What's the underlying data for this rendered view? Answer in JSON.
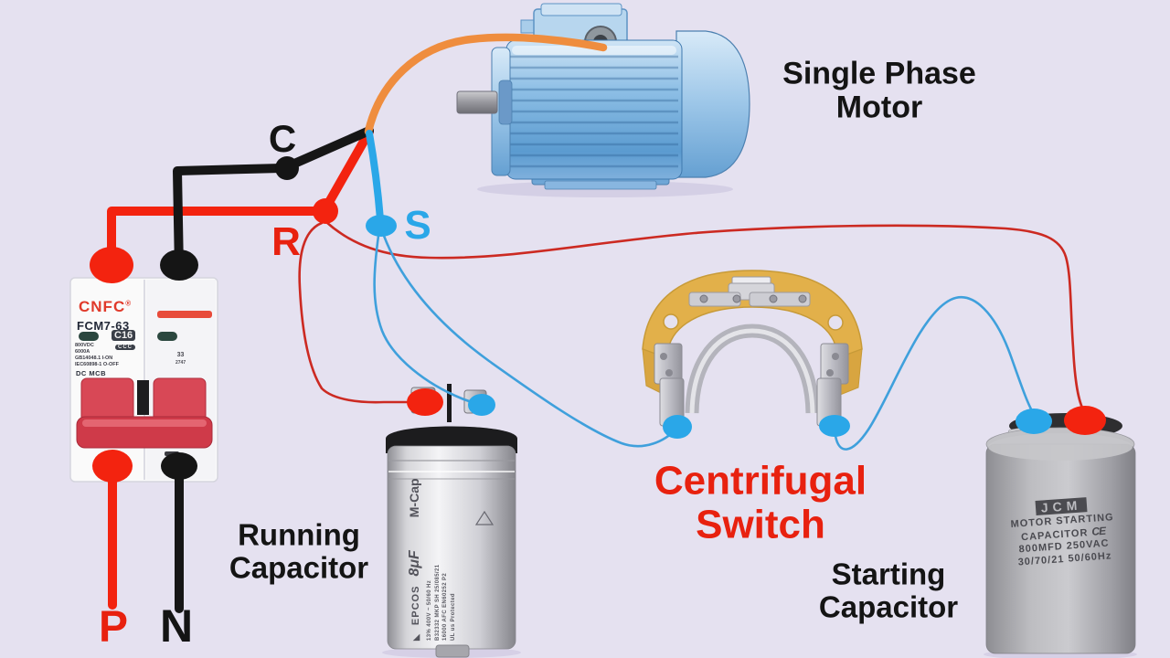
{
  "diagram": {
    "terminals": {
      "c": "C",
      "r": "R",
      "s": "S",
      "p": "P",
      "n": "N"
    },
    "component_labels": {
      "motor_line1": "Single Phase",
      "motor_line2": "Motor",
      "running_line1": "Running",
      "running_line2": "Capacitor",
      "centrifugal_line1": "Centrifugal",
      "centrifugal_line2": "Switch",
      "starting_line1": "Starting",
      "starting_line2": "Capacitor"
    },
    "breaker": {
      "brand": "CNFC",
      "brand_reg": "®",
      "model": "FCM7-63",
      "rating": "C16",
      "cert_mark": "CCC",
      "spec_lines": [
        "800VDC",
        "6000A",
        "GB14048.1  I-ON",
        "IEC60898-1  O-OFF"
      ],
      "type_label": "DC MCB",
      "stamp_top": "33",
      "stamp_bottom": "2747"
    },
    "running_capacitor": {
      "brand": "EPCOS",
      "logo_mark": "◣",
      "value": "8μF",
      "series": "M-Cap",
      "print_lines": [
        "13%   400V  ~   50/60 Hz",
        "B32332  MKP  SH  25/085/21",
        "16000 AFC   EN60252   P2",
        "UL  us   Protected"
      ]
    },
    "starting_capacitor": {
      "brand": "JCM",
      "line1": "MOTOR STARTING",
      "line2": "CAPACITOR",
      "ce_mark": "CE",
      "line3": "800MFD  250VAC",
      "line4": "30/70/21   50/60Hz"
    },
    "colors": {
      "background": "#e5e1f0",
      "wire_red": "#f3230f",
      "wire_black": "#161616",
      "wire_orange": "#ef8d3e",
      "wire_blue": "#2aa7e8",
      "thin_red": "#cc2a22",
      "thin_blue": "#3fa0dc",
      "label_red": "#e8210f",
      "label_blue": "#2aa7e8",
      "label_black": "#141414",
      "breaker_handle_red": "#d23c4c",
      "switch_board_yellow": "#e2b04a"
    }
  }
}
